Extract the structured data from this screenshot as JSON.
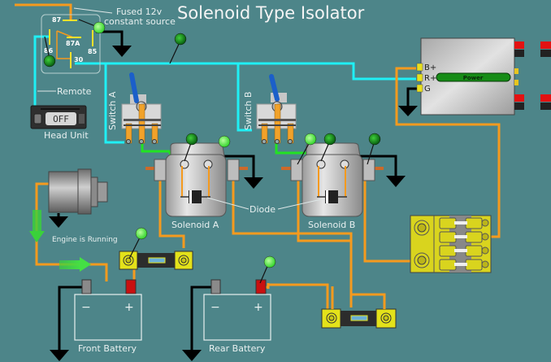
{
  "title": "Solenoid Type Isolator",
  "relay": {
    "label": "Fused 12v constant source",
    "label_line1": "Fused 12v",
    "label_line2": "constant source",
    "pins": {
      "p87": "87",
      "p87a": "87A",
      "p86": "86",
      "p85": "85",
      "p30": "30"
    }
  },
  "remote_label": "Remote",
  "head_unit": {
    "label": "Head Unit",
    "display": "OFF"
  },
  "switches": [
    {
      "label": "Switch A"
    },
    {
      "label": "Switch B"
    }
  ],
  "solenoids": [
    {
      "label": "Solenoid A"
    },
    {
      "label": "Solenoid B"
    }
  ],
  "diode_label": "Diode",
  "amplifier": {
    "terminals": [
      "B+",
      "R+",
      "G"
    ],
    "power_label": "Power"
  },
  "alternator": {
    "status_label": "Engine is Running"
  },
  "batteries": [
    {
      "label": "Front Battery",
      "neg": "−",
      "pos": "+"
    },
    {
      "label": "Rear Battery",
      "neg": "−",
      "pos": "+"
    }
  ],
  "colors": {
    "background": "#4d8589",
    "wire_power": "#f59a1e",
    "wire_remote": "#1ff0f5",
    "wire_trigger": "#22e322",
    "ground": "#000000",
    "indicator_active": "#55ee44",
    "indicator_idle": "#0f8f1a",
    "fuse_holder": "#e4e21a"
  }
}
